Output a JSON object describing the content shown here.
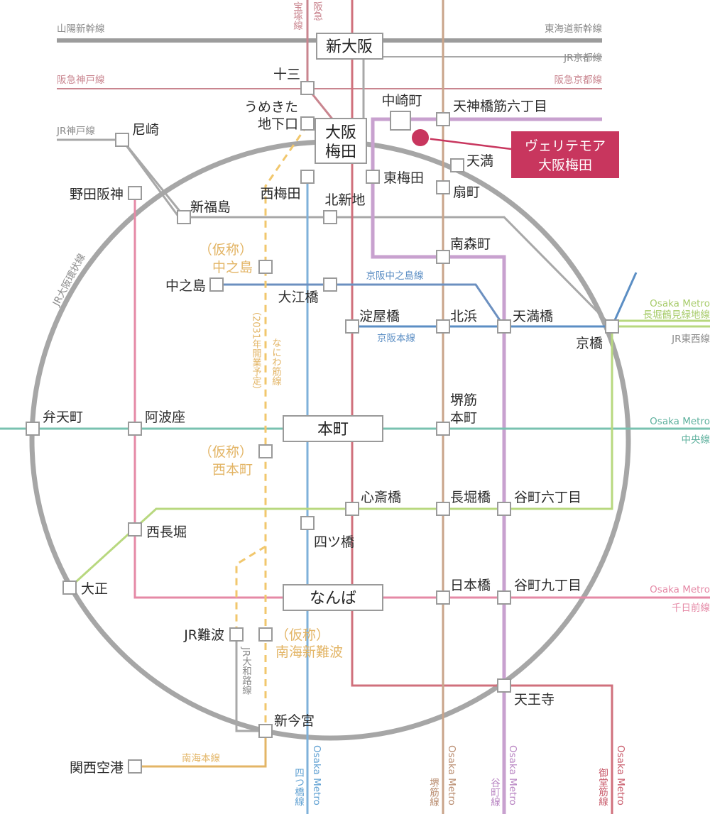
{
  "colors": {
    "gray": "#9c9c9c",
    "loop": "#a6a6a6",
    "hankyu": "#c9858f",
    "hanshin_kintetsu_red": "#d98a9a",
    "keihan_blue": "#5b8ec4",
    "nakanoshima_blue": "#6c90c0",
    "yotsubashi_blue": "#7fb1da",
    "sakaisuji_brown": "#c9a48a",
    "tanimachi_purple": "#c8a1cf",
    "midosuji_red": "#d0707c",
    "sennichimae_pink": "#e589a6",
    "chuo_teal": "#79c2b0",
    "nagahori_green": "#b8d87f",
    "naniwasuji_orange": "#f1c76d",
    "nankai_orange": "#e3b566",
    "property_magenta": "#c8365e"
  },
  "lines": {
    "sanyo_shinkansen": "山陽新幹線",
    "tokaido_shinkansen": "東海道新幹線",
    "jr_kyoto": "JR京都線",
    "hankyu_kobe": "阪急神戸線",
    "hankyu_kyoto": "阪急京都線",
    "jr_kobe": "JR神戸線",
    "takarazuka": "宝塚線",
    "hankyu": "阪急",
    "jr_loop": "JR大阪環状線",
    "keihan_nakanoshima": "京阪中之島線",
    "keihan_main": "京阪本線",
    "nagahori_metro": "Osaka Metro",
    "nagahori_name": "長堀鶴見緑地線",
    "jr_tozai": "JR東西線",
    "chuo_metro": "Osaka Metro",
    "chuo_name": "中央線",
    "sennichimae_metro": "Osaka Metro",
    "sennichimae_name": "千日前線",
    "naniwasuji": "なにわ筋線",
    "naniwasuji_plan": "（2031年開業予定）",
    "jr_yamatoji": "JR大和路線",
    "nankai_main": "南海本線",
    "yotsubashi_metro": "Osaka Metro",
    "yotsubashi_name": "四つ橋線",
    "sakaisuji_metro": "Osaka Metro",
    "sakaisuji_name": "堺筋線",
    "tanimachi_metro": "Osaka Metro",
    "tanimachi_name": "谷町線",
    "midosuji_metro": "Osaka Metro",
    "midosuji_name": "御堂筋線"
  },
  "stations": {
    "shin_osaka": "新大阪",
    "juso": "十三",
    "umekita_1": "うめきた",
    "umekita_2": "地下口",
    "osaka_umeda_1": "大阪",
    "osaka_umeda_2": "梅田",
    "nakazakicho": "中崎町",
    "tenjinbashisuji": "天神橋筋六丁目",
    "amagasaki": "尼崎",
    "tenma": "天満",
    "higashi_umeda": "東梅田",
    "ogimachi": "扇町",
    "noda_hanshin": "野田阪神",
    "nishi_umeda": "西梅田",
    "kitashinchi": "北新地",
    "shin_fukushima": "新福島",
    "minamimorimachi": "南森町",
    "kasho_nakanoshima_1": "（仮称）",
    "kasho_nakanoshima_2": "中之島",
    "nakanoshima": "中之島",
    "oebashi": "大江橋",
    "yodoyabashi": "淀屋橋",
    "kitahama": "北浜",
    "temmabashi": "天満橋",
    "kyobashi": "京橋",
    "bentencho": "弁天町",
    "awaza": "阿波座",
    "honmachi": "本町",
    "sakaisuji_honmachi_1": "堺筋",
    "sakaisuji_honmachi_2": "本町",
    "kasho_nishihonmachi_1": "（仮称）",
    "kasho_nishihonmachi_2": "西本町",
    "shinsaibashi": "心斎橋",
    "nagahoribashi": "長堀橋",
    "tanimachi_6": "谷町六丁目",
    "nishi_nagahori": "西長堀",
    "yotsubashi": "四ツ橋",
    "taisho": "大正",
    "namba": "なんば",
    "nipponbashi": "日本橋",
    "tanimachi_9": "谷町九丁目",
    "jr_namba": "JR難波",
    "kasho_nankai_1": "（仮称）",
    "kasho_nankai_2": "南海新難波",
    "tennoji": "天王寺",
    "shin_imamiya": "新今宮",
    "kansai_airport": "関西空港"
  },
  "property": {
    "name_line1": "ヴェリテモア",
    "name_line2": "大阪梅田"
  }
}
